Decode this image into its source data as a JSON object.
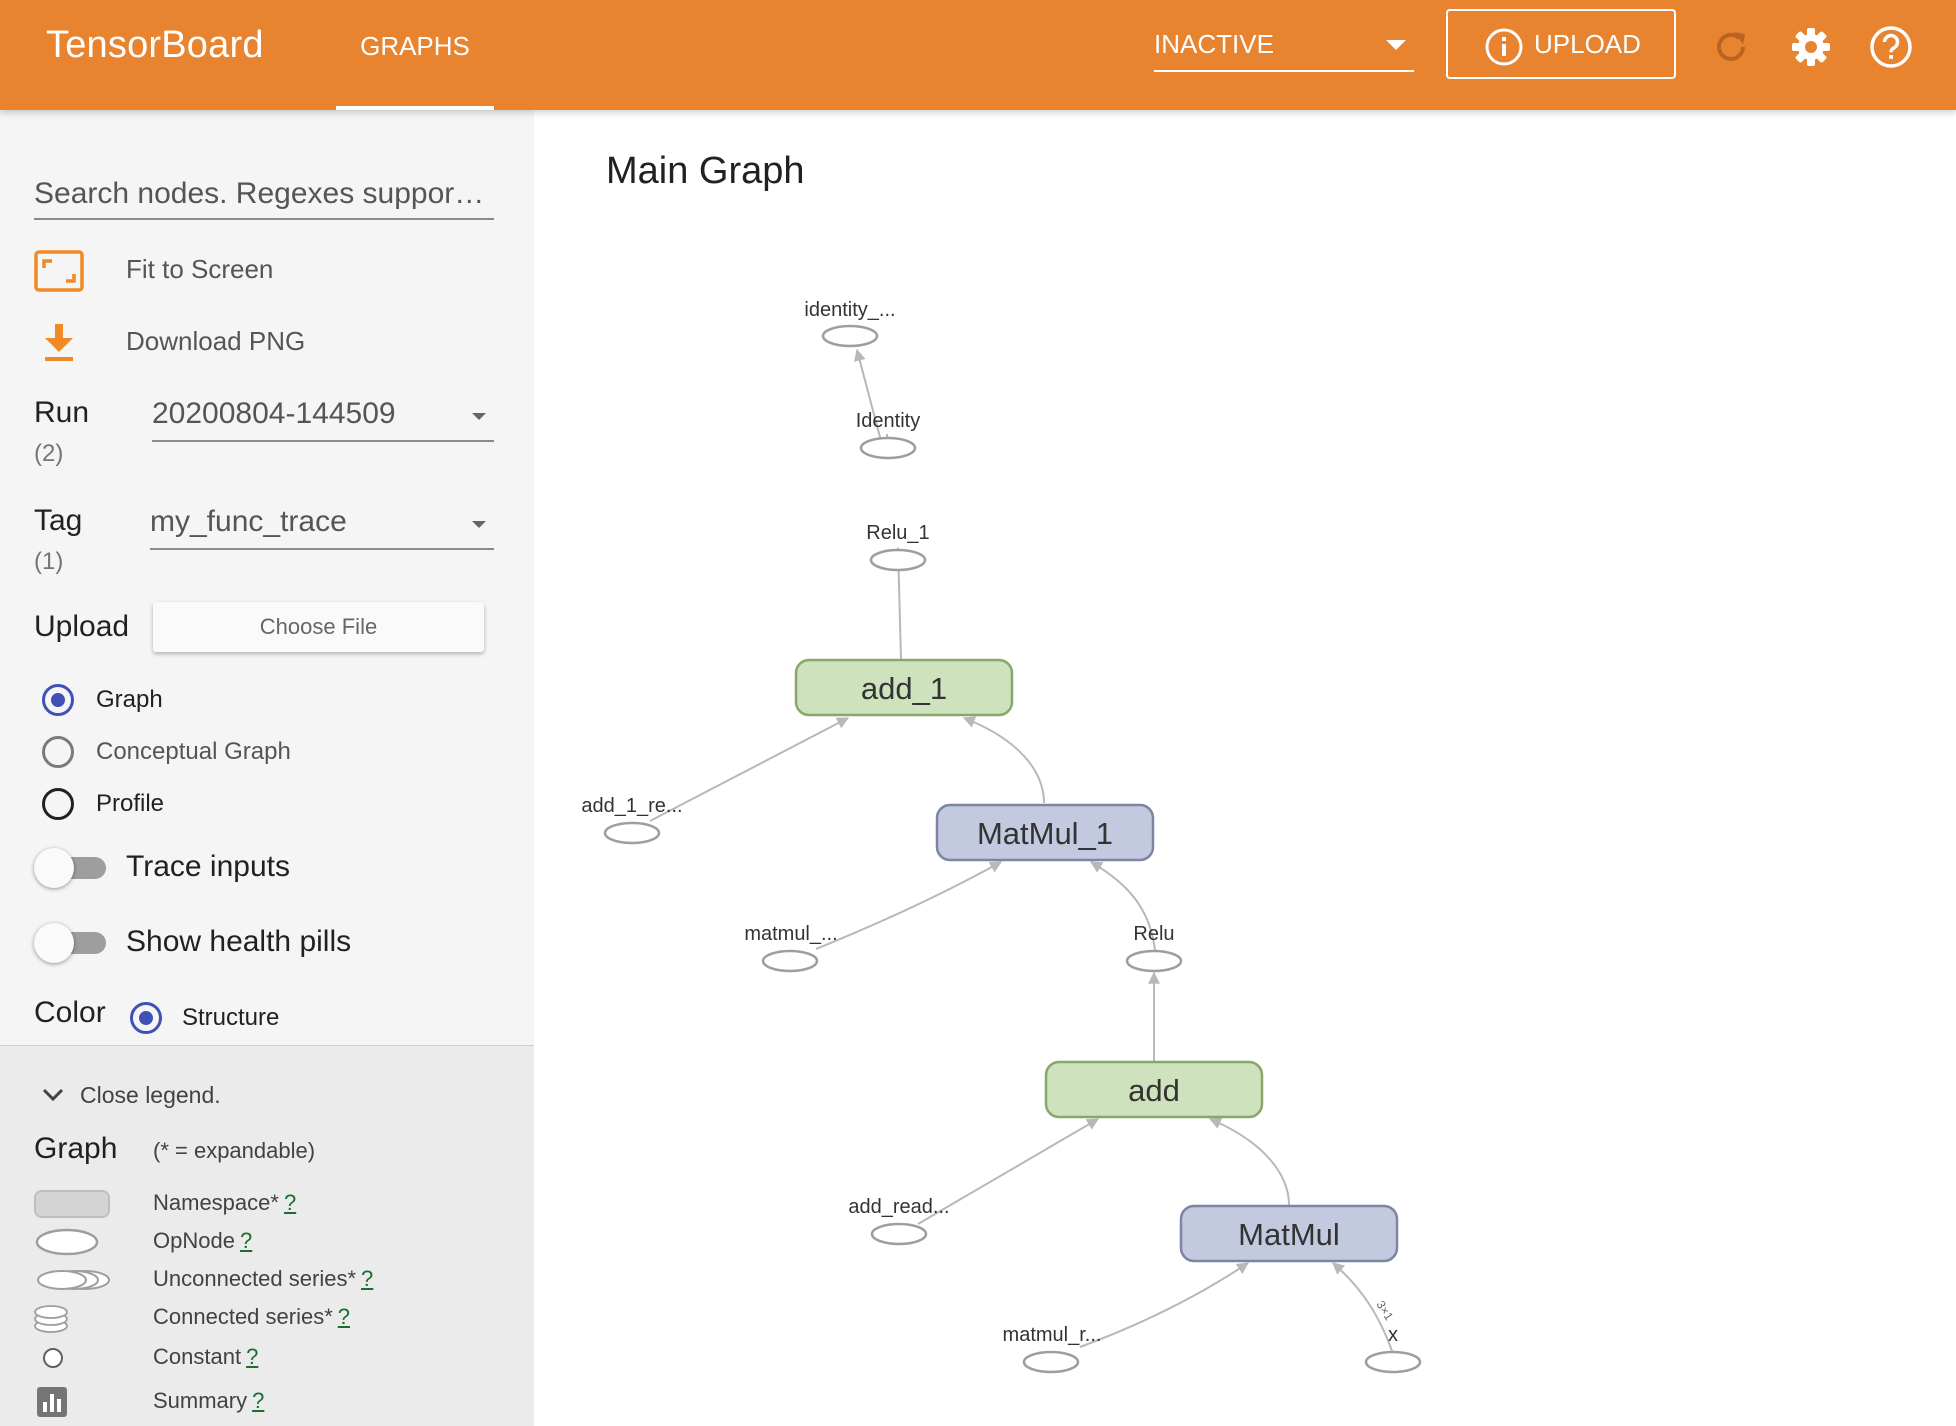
{
  "header": {
    "brand": "TensorBoard",
    "tab": "GRAPHS",
    "status": "INACTIVE",
    "upload_label": "UPLOAD",
    "icons": [
      "info-icon",
      "refresh-icon",
      "settings-icon",
      "help-icon"
    ],
    "color": "#e8832f"
  },
  "sidebar": {
    "search_placeholder": "Search nodes. Regexes suppor…",
    "fit_to_screen": "Fit to Screen",
    "download_png": "Download PNG",
    "run": {
      "label": "Run",
      "count": "(2)",
      "value": "20200804-144509"
    },
    "tag": {
      "label": "Tag",
      "count": "(1)",
      "value": "my_func_trace"
    },
    "upload": {
      "label": "Upload",
      "button": "Choose File"
    },
    "graph_types": [
      {
        "label": "Graph",
        "checked": true
      },
      {
        "label": "Conceptual Graph",
        "checked": false
      },
      {
        "label": "Profile",
        "checked": false
      }
    ],
    "trace_inputs": "Trace inputs",
    "health_pills": "Show health pills",
    "color": {
      "label": "Color",
      "option": "Structure"
    }
  },
  "legend": {
    "close": "Close legend.",
    "title": "Graph",
    "note": "(* = expandable)",
    "items": [
      {
        "label": "Namespace*",
        "help": "?"
      },
      {
        "label": "OpNode",
        "help": "?"
      },
      {
        "label": "Unconnected series*",
        "help": "?"
      },
      {
        "label": "Connected series*",
        "help": "?"
      },
      {
        "label": "Constant",
        "help": "?"
      },
      {
        "label": "Summary",
        "help": "?"
      }
    ]
  },
  "main": {
    "title": "Main Graph",
    "nodes": {
      "identity_out": "identity_...",
      "identity": "Identity",
      "relu_1": "Relu_1",
      "add_1": "add_1",
      "add_1_read": "add_1_re...",
      "matmul_1": "MatMul_1",
      "matmul_read_1": "matmul_...",
      "relu": "Relu",
      "add": "add",
      "add_read": "add_read...",
      "matmul": "MatMul",
      "matmul_read": "matmul_r...",
      "x": "x",
      "edge_label": "3×1"
    },
    "colors": {
      "add_fill": "#cde2bd",
      "add_stroke": "#8aa66e",
      "matmul_fill": "#c3c9de",
      "matmul_stroke": "#7c85a4",
      "edge": "#b8b8b8",
      "opnode_stroke": "#9e9e9e"
    }
  }
}
